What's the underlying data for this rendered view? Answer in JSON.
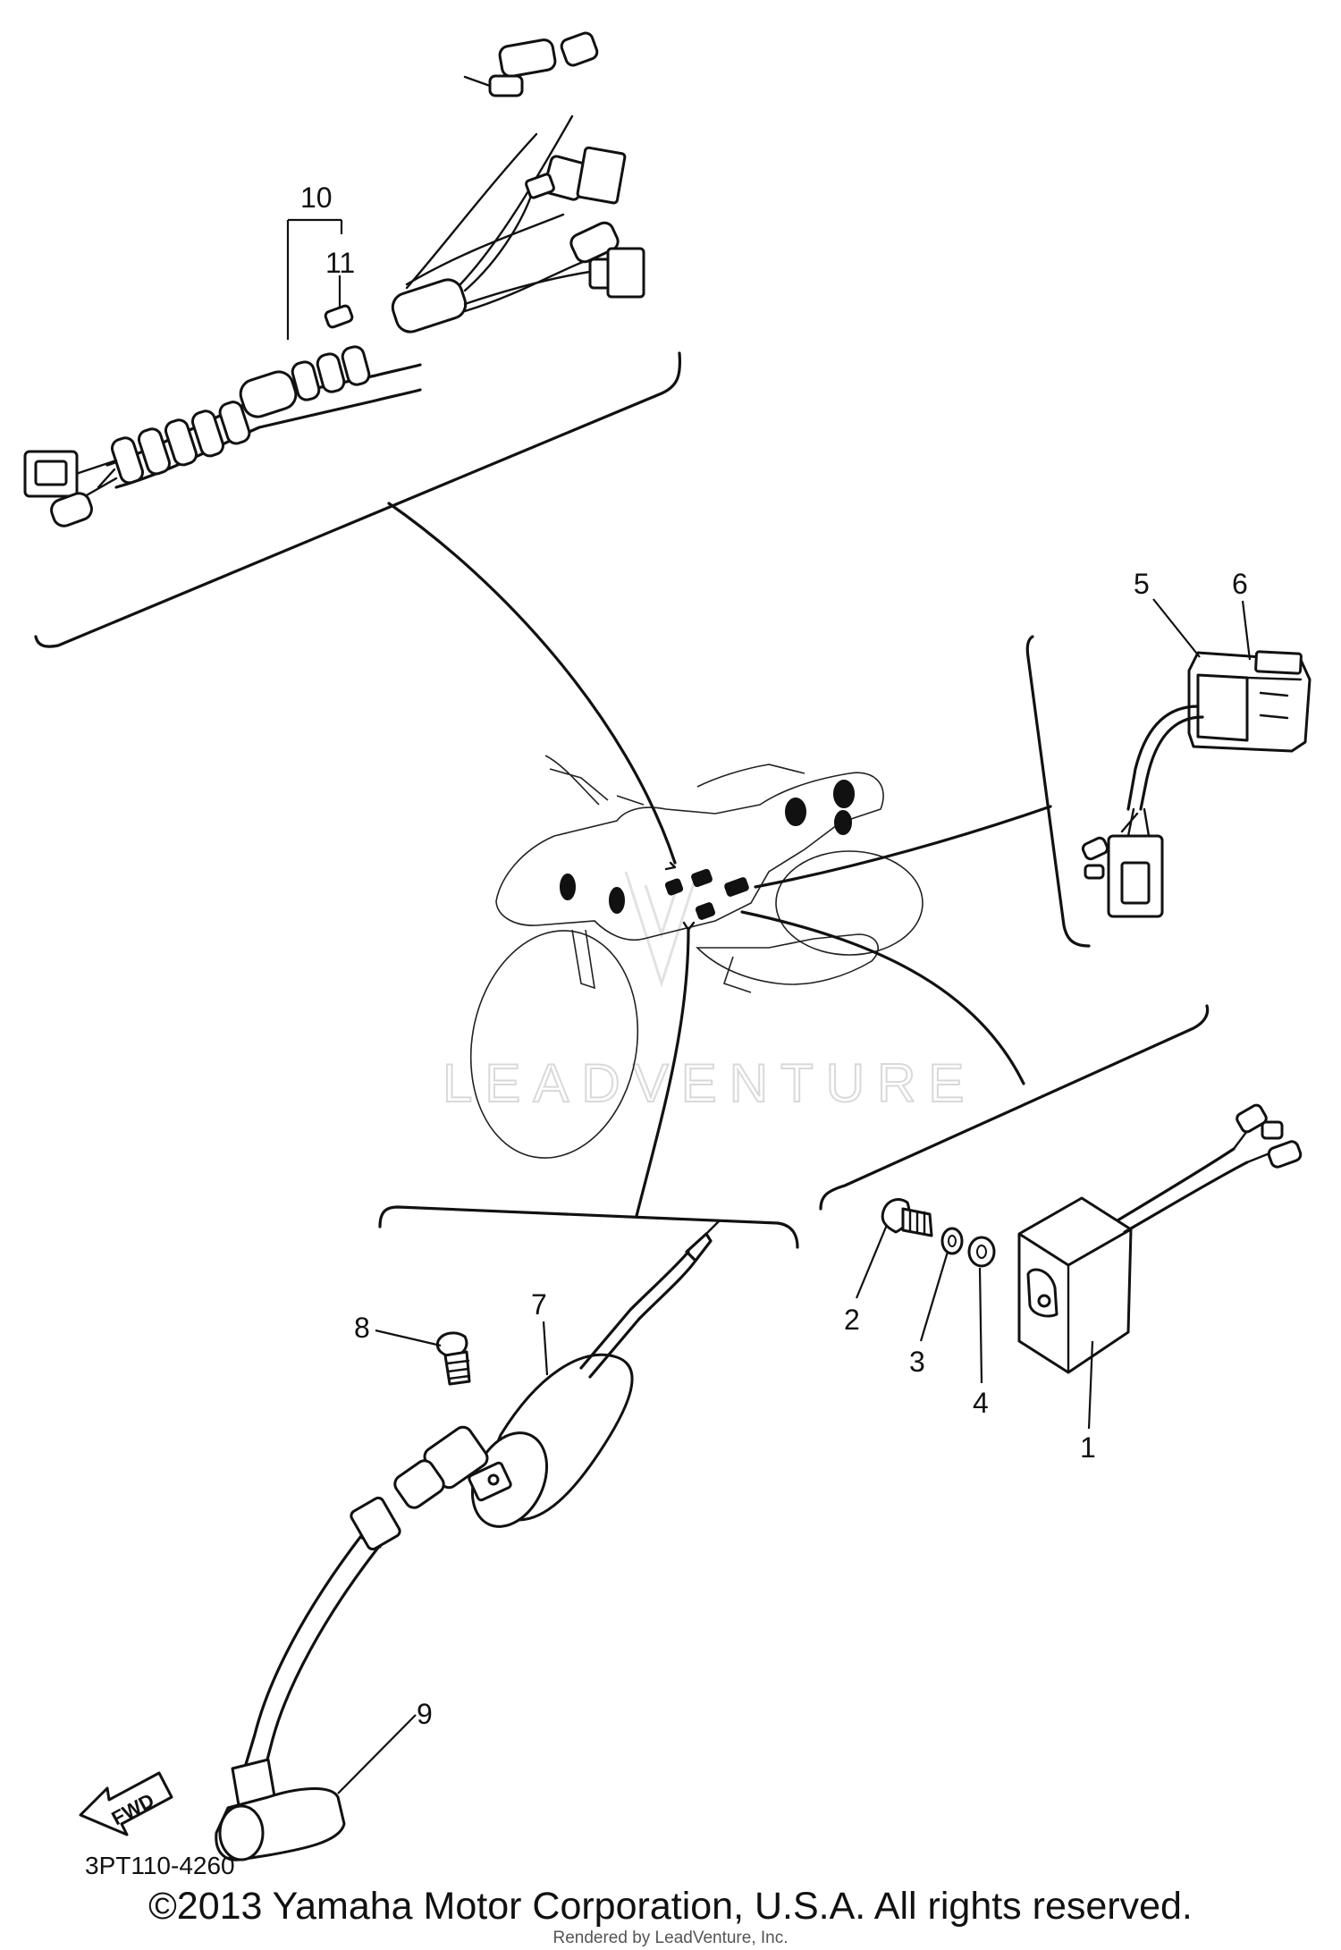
{
  "callouts": {
    "c1": "1",
    "c2": "2",
    "c3": "3",
    "c4": "4",
    "c5": "5",
    "c6": "6",
    "c7": "7",
    "c8": "8",
    "c9": "9",
    "c10": "10",
    "c11": "11"
  },
  "fwd_label": "FWD",
  "diagram_code": "3PT110-4260",
  "watermark": "LEADVENTURE",
  "copyright": "©2013 Yamaha Motor Corporation, U.S.A. All rights reserved.",
  "rendered_by": "Rendered by LeadVenture, Inc."
}
